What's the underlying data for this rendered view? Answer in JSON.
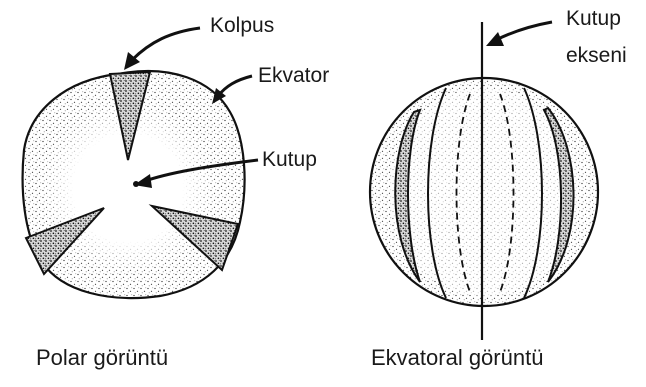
{
  "left_figure": {
    "caption": "Polar görüntü",
    "labels": {
      "colpus": "Kolpus",
      "equator": "Ekvator",
      "pole": "Kutup"
    }
  },
  "right_figure": {
    "caption": "Ekvatoral görüntü",
    "labels": {
      "polar_axis_line1": "Kutup",
      "polar_axis_line2": "ekseni"
    }
  }
}
